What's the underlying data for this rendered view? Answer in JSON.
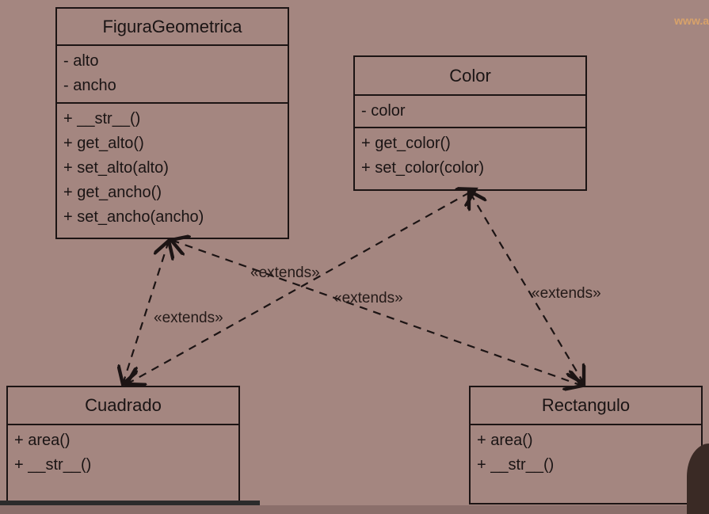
{
  "watermark": {
    "text": "www.a"
  },
  "classes": {
    "figura": {
      "name": "FiguraGeometrica",
      "attributes": [
        "- alto",
        "- ancho"
      ],
      "methods": [
        "+ __str__()",
        "+ get_alto()",
        "+ set_alto(alto)",
        "+ get_ancho()",
        "+ set_ancho(ancho)"
      ]
    },
    "color": {
      "name": "Color",
      "attributes": [
        "- color"
      ],
      "methods": [
        "+ get_color()",
        "+ set_color(color)"
      ]
    },
    "cuadrado": {
      "name": "Cuadrado",
      "methods": [
        "+ area()",
        "+ __str__()"
      ]
    },
    "rectangulo": {
      "name": "Rectangulo",
      "methods": [
        "+ area()",
        "+ __str__()"
      ]
    }
  },
  "relations": [
    {
      "from": "Cuadrado",
      "to": "FiguraGeometrica",
      "label": "«extends»"
    },
    {
      "from": "Cuadrado",
      "to": "Color",
      "label": "«extends»"
    },
    {
      "from": "Rectangulo",
      "to": "FiguraGeometrica",
      "label": "«extends»"
    },
    {
      "from": "Rectangulo",
      "to": "Color",
      "label": "«extends»"
    }
  ]
}
